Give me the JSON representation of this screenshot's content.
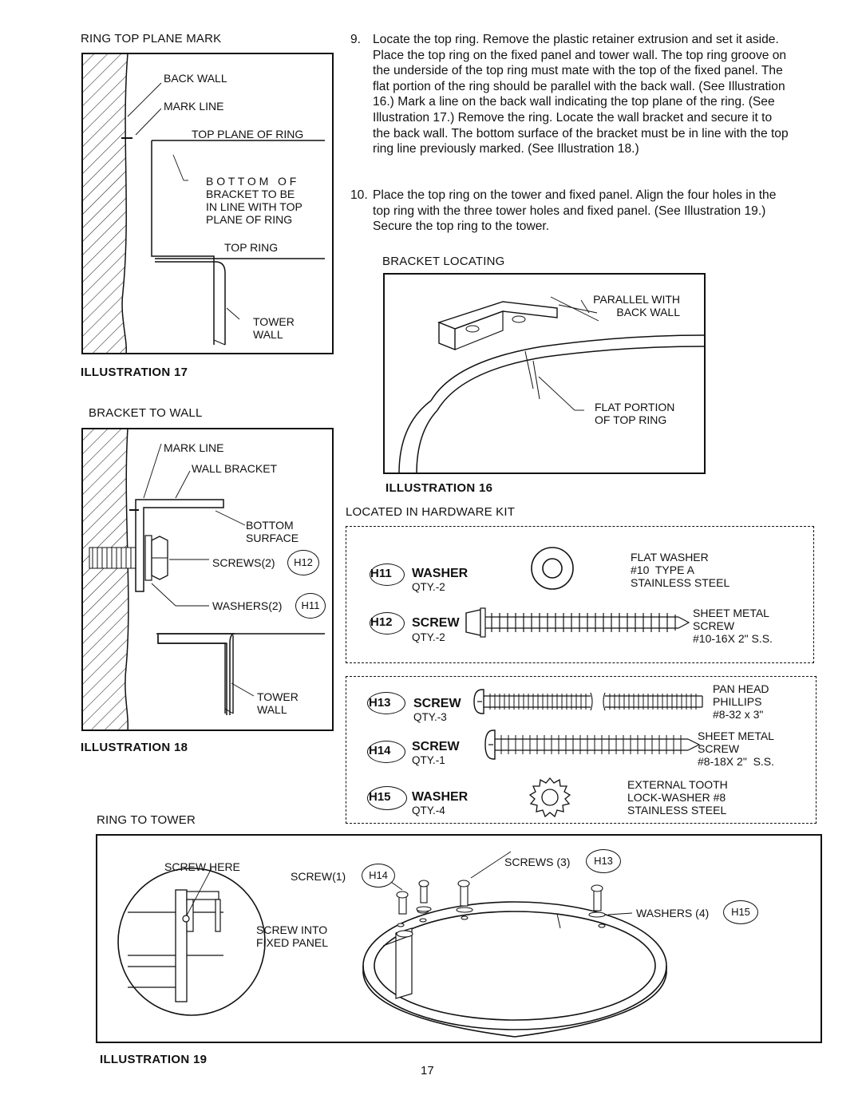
{
  "ill17": {
    "caption": "RING TOP PLANE MARK",
    "labels": {
      "back_wall": "BACK WALL",
      "mark_line": "MARK LINE",
      "top_plane": "TOP PLANE OF RING",
      "bottom_bracket": "B O T T O M   O F\nBRACKET TO BE\nIN LINE WITH TOP\nPLANE OF RING",
      "top_ring": "TOP RING",
      "tower_wall": "TOWER\nWALL"
    },
    "title": "ILLUSTRATION 17"
  },
  "ill18": {
    "caption": "BRACKET TO WALL",
    "labels": {
      "mark_line": "MARK LINE",
      "wall_bracket": "WALL BRACKET",
      "bottom_surface": "BOTTOM\nSURFACE",
      "screws": "SCREWS(2)",
      "screws_code": "H12",
      "washers": "WASHERS(2)",
      "washers_code": "H11",
      "tower_wall": "TOWER\nWALL"
    },
    "title": "ILLUSTRATION 18"
  },
  "steps": [
    {
      "num": "9.",
      "text": "Locate the top ring.  Remove the plastic retainer extrusion and set it aside.  Place the top ring on the fixed panel and tower wall.  The top ring groove on the underside of the top ring must mate with the top of the fixed panel.  The flat portion of the ring should be parallel with the back wall.  (See Illustration 16.)  Mark a line on the back wall indicating the top plane of the ring.  (See Illustration 17.)  Remove the ring.  Locate the wall bracket and secure it to the back wall.  The bottom surface of the bracket must be in line with the top ring line previously marked.  (See Illustration 18.)"
    },
    {
      "num": "10.",
      "text": "Place the top ring on the tower and fixed panel.  Align the four holes in the top ring with the three tower holes and fixed panel. (See Illustration 19.)  Secure the top ring to the tower."
    }
  ],
  "ill16": {
    "caption": "BRACKET LOCATING",
    "labels": {
      "parallel": "PARALLEL WITH\nBACK WALL",
      "flat_portion": "FLAT PORTION\nOF TOP RING"
    },
    "title": "ILLUSTRATION 16"
  },
  "hardware": {
    "heading": "LOCATED IN HARDWARE KIT",
    "items": [
      {
        "code": "H11",
        "name": "WASHER",
        "qty": "QTY.-2",
        "desc": "FLAT WASHER\n#10  TYPE A\nSTAINLESS STEEL"
      },
      {
        "code": "H12",
        "name": "SCREW",
        "qty": "QTY.-2",
        "desc": "SHEET METAL\nSCREW\n#10-16X 2\" S.S."
      },
      {
        "code": "H13",
        "name": "SCREW",
        "qty": "QTY.-3",
        "desc": "PAN HEAD\nPHILLIPS\n#8-32 x 3\""
      },
      {
        "code": "H14",
        "name": "SCREW",
        "qty": "QTY.-1",
        "desc": "SHEET METAL\nSCREW\n#8-18X 2\"  S.S."
      },
      {
        "code": "H15",
        "name": "WASHER",
        "qty": "QTY.-4",
        "desc": "EXTERNAL TOOTH\nLOCK-WASHER #8\nSTAINLESS STEEL"
      }
    ]
  },
  "ill19": {
    "caption": "RING TO TOWER",
    "labels": {
      "screw_here": "SCREW HERE",
      "screw1": "SCREW(1)",
      "screw1_code": "H14",
      "screws3": "SCREWS (3)",
      "screws3_code": "H13",
      "washers4": "WASHERS (4)",
      "washers4_code": "H15",
      "screw_into": "SCREW INTO\nFIXED PANEL"
    },
    "title": "ILLUSTRATION 19"
  },
  "page_number": "17"
}
